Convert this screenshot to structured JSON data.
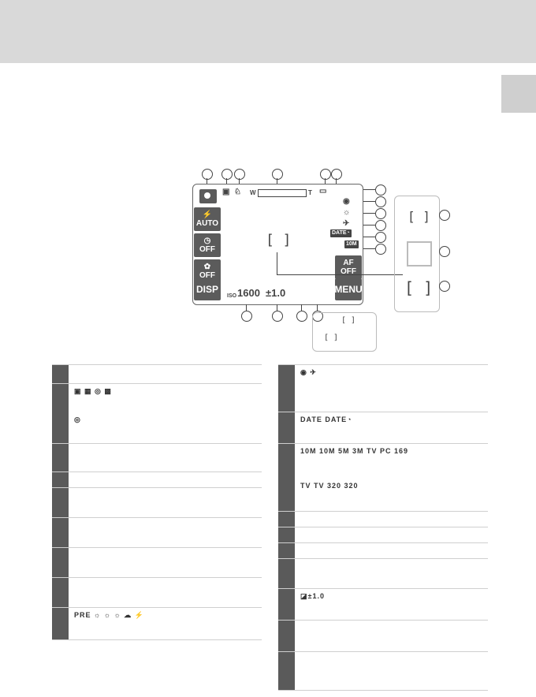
{
  "screen": {
    "buttons": {
      "flash_top": "⚡",
      "flash_bottom": "AUTO",
      "timer_top": "◷",
      "timer_bottom": "OFF",
      "macro_top": "✿",
      "macro_bottom": "OFF",
      "disp": "DISP",
      "menu": "MENU",
      "af_top": "AF",
      "af_bottom": "OFF"
    },
    "zoom": {
      "wide": "W",
      "tele": "T"
    },
    "glyphs": {
      "continuous": "▣",
      "vr": "♘",
      "battery": "▭",
      "eye": "◉",
      "sun": "☼",
      "plane": "✈",
      "date_stamp": "DATE◔",
      "image_mode": "10M"
    },
    "bottom_readout": {
      "iso_label": "ISO",
      "iso_value": "1600",
      "exposure": "±1.0"
    },
    "focus_bracket": "[  ]"
  },
  "bracket_panel": {
    "single": "[ ]",
    "multi": "[ ]"
  },
  "callout_panel": {
    "line1": "[ ]",
    "line2": "[ ]"
  },
  "table_left": {
    "rows": [
      {
        "id": "row-1",
        "line1": "",
        "line2": ""
      },
      {
        "id": "row-2",
        "line1": "▣ ▦ ◎ ▩",
        "line2": "◎"
      },
      {
        "id": "row-3",
        "line1": "",
        "line2": ""
      },
      {
        "id": "row-4",
        "line1": "",
        "line2": ""
      },
      {
        "id": "row-5",
        "line1": "",
        "line2": ""
      },
      {
        "id": "row-6",
        "line1": "",
        "line2": ""
      },
      {
        "id": "row-7",
        "line1": "",
        "line2": ""
      },
      {
        "id": "row-8",
        "line1": "",
        "line2": ""
      },
      {
        "id": "row-9",
        "line1": "PRE ☼ ☼ ☼ ☁ ⚡",
        "line2": ""
      }
    ]
  },
  "table_right": {
    "rows": [
      {
        "id": "row-1",
        "line1": "◉ ✈",
        "line2": ""
      },
      {
        "id": "row-2",
        "line1": "DATE DATE◔",
        "line2": ""
      },
      {
        "id": "row-3",
        "line1": "10M 10M 5M 3M TV PC 169",
        "line2": "TV TV 320 320"
      },
      {
        "id": "row-4",
        "line1": "",
        "line2": ""
      },
      {
        "id": "row-5",
        "line1": "",
        "line2": ""
      },
      {
        "id": "row-6",
        "line1": "",
        "line2": ""
      },
      {
        "id": "row-7",
        "line1": "",
        "line2": ""
      },
      {
        "id": "row-8",
        "line1": "◪±1.0",
        "line2": ""
      },
      {
        "id": "row-9",
        "line1": "",
        "line2": ""
      },
      {
        "id": "row-10",
        "line1": "",
        "line2": ""
      }
    ]
  }
}
